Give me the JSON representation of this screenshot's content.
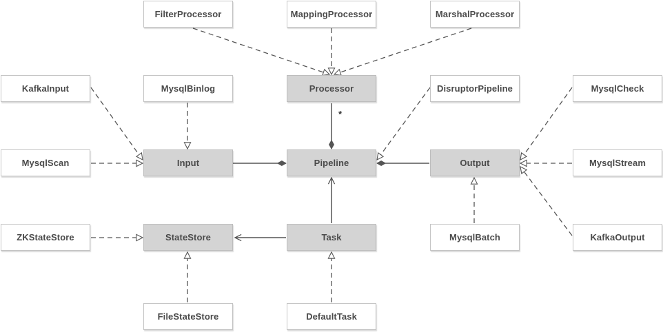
{
  "nodes": {
    "filter_processor": "FilterProcessor",
    "mapping_processor": "MappingProcessor",
    "marshal_processor": "MarshalProcessor",
    "kafka_input": "KafkaInput",
    "mysql_binlog": "MysqlBinlog",
    "processor": "Processor",
    "disruptor_pipeline": "DisruptorPipeline",
    "mysql_check": "MysqlCheck",
    "mysql_scan": "MysqlScan",
    "input": "Input",
    "pipeline": "Pipeline",
    "output": "Output",
    "mysql_stream": "MysqlStream",
    "zk_state_store": "ZKStateStore",
    "state_store": "StateStore",
    "task": "Task",
    "mysql_batch": "MysqlBatch",
    "kafka_output": "KafkaOutput",
    "file_state_store": "FileStateStore",
    "default_task": "DefaultTask"
  },
  "multiplicity": "*",
  "colors": {
    "core_fill": "#d4d4d4",
    "box_border": "#c4c4c4",
    "line": "#555555",
    "text": "#4a4a4a"
  }
}
